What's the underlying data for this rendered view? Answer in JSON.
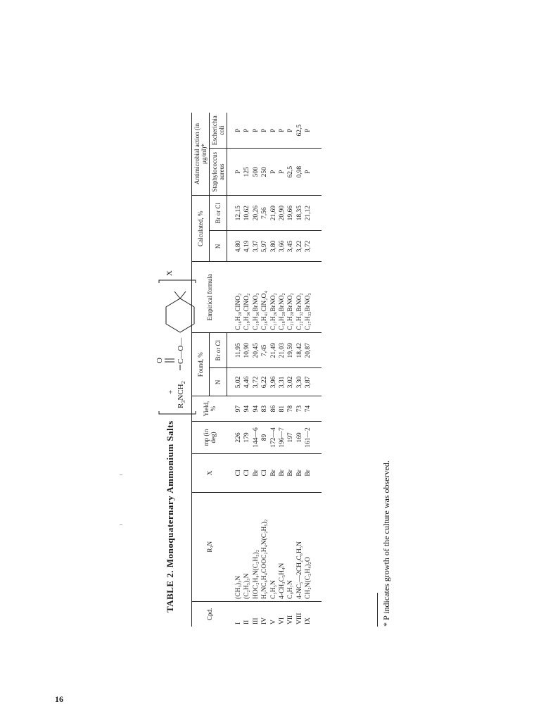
{
  "page": {
    "number": "16"
  },
  "table": {
    "title": "TABLE 2.  Monoquaternary Ammonium Salts",
    "structure": {
      "prefix": "R",
      "prefix_sub": "3",
      "nitrogen": "N",
      "charge": "+",
      "chain": "CH",
      "chain_sub": "2",
      "carbonyl_o": "O",
      "ester": "C—O—",
      "anion": "X"
    },
    "headers": {
      "cpd": "Cpd.",
      "r3n": "R₃N",
      "x": "X",
      "mp": "mp (in deg)",
      "yield": "Yield, %",
      "found": "Found, %",
      "found_n": "N",
      "found_brcl": "Br or Cl",
      "formula": "Empirical formula",
      "calculated": "Calculated, %",
      "calc_n": "N",
      "calc_brcl": "Br or Cl",
      "antimicrobial": "Antimicrobial action (in μg/ml)*",
      "staph": "Staphylococcus aureus",
      "ecoli": "Escherichia coli"
    },
    "rows": [
      {
        "cpd": "I",
        "r3n": "(CH₃)₃N",
        "x": "Cl",
        "mp": "226",
        "yield": "97",
        "found_n": "5,02",
        "found_brcl": "11,95",
        "formula": "C₁₆H₂₈ClNO₂",
        "calc_n": "4,80",
        "calc_brcl": "12,15",
        "staph": "P",
        "ecoli": "P"
      },
      {
        "cpd": "II",
        "r3n": "(C₂H₅)₃N",
        "x": "Cl",
        "mp": "179",
        "yield": "94",
        "found_n": "4,46",
        "found_brcl": "10,90",
        "formula": "C₁₉H₃₆ClNO₂",
        "calc_n": "4,19",
        "calc_brcl": "10,62",
        "staph": "125",
        "ecoli": "P"
      },
      {
        "cpd": "III",
        "r3n": "HOC₂H₄N(C₂H₅)₂",
        "x": "Br",
        "mp": "144—6",
        "yield": "94",
        "found_n": "3,72",
        "found_brcl": "20,45",
        "formula": "C₁₉H₃₆BrNO₃",
        "calc_n": "3,37",
        "calc_brcl": "20,26",
        "staph": "500",
        "ecoli": "P"
      },
      {
        "cpd": "IV",
        "r3n": "H₅NC₆H₄COOC₂H₄N(C₂H₅)₂",
        "x": "Cl",
        "mp": "89",
        "yield": "83",
        "found_n": "6,22",
        "found_brcl": "7,45",
        "formula": "C₂₆H₄₁ClN₂O₄",
        "calc_n": "5,97",
        "calc_brcl": "7,56",
        "staph": "250",
        "ecoli": "P"
      },
      {
        "cpd": "V",
        "r3n": "C₅H₅N",
        "x": "Br",
        "mp": "172—4",
        "yield": "86",
        "found_n": "3,96",
        "found_brcl": "21,49",
        "formula": "C₁₇H₂₆BrNO₂",
        "calc_n": "3,80",
        "calc_brcl": "21,69",
        "staph": "P",
        "ecoli": "P"
      },
      {
        "cpd": "VI",
        "r3n": "4-CH₃C₅H₄N",
        "x": "Br",
        "mp": "196—7",
        "yield": "81",
        "found_n": "3,31",
        "found_brcl": "21,03",
        "formula": "C₁₈H₂₈BrNO₂",
        "calc_n": "3,66",
        "calc_brcl": "20,90",
        "staph": "P",
        "ecoli": "P"
      },
      {
        "cpd": "VII",
        "r3n": "C₉H₇N",
        "x": "Br",
        "mp": "197",
        "yield": "78",
        "found_n": "3,02",
        "found_brcl": "19,59",
        "formula": "C₂₁H₂₈BrNO₂",
        "calc_n": "3,45",
        "calc_brcl": "19,66",
        "staph": "62,5",
        "ecoli": "P"
      },
      {
        "cpd": "VIII",
        "r3n": "4-NC₅—2CH₂C₆H₅N",
        "x": "Br",
        "mp": "169",
        "yield": "73",
        "found_n": "3,30",
        "found_brcl": "18,42",
        "formula": "C₂₂H₃₂BrNO₂",
        "calc_n": "3,22",
        "calc_brcl": "18,35",
        "staph": "0,98",
        "ecoli": "62,5"
      },
      {
        "cpd": "IX",
        "r3n": "CH₂N(C₂H₄)₂O",
        "x": "Br",
        "mp": "161—2",
        "yield": "74",
        "found_n": "3,87",
        "found_brcl": "20,87",
        "formula": "C₁₇H₃₂BrNO₃",
        "calc_n": "3,72",
        "calc_brcl": "21,12",
        "staph": "P",
        "ecoli": "P"
      }
    ],
    "footnote": "* P indicates growth of the culture was observed."
  }
}
